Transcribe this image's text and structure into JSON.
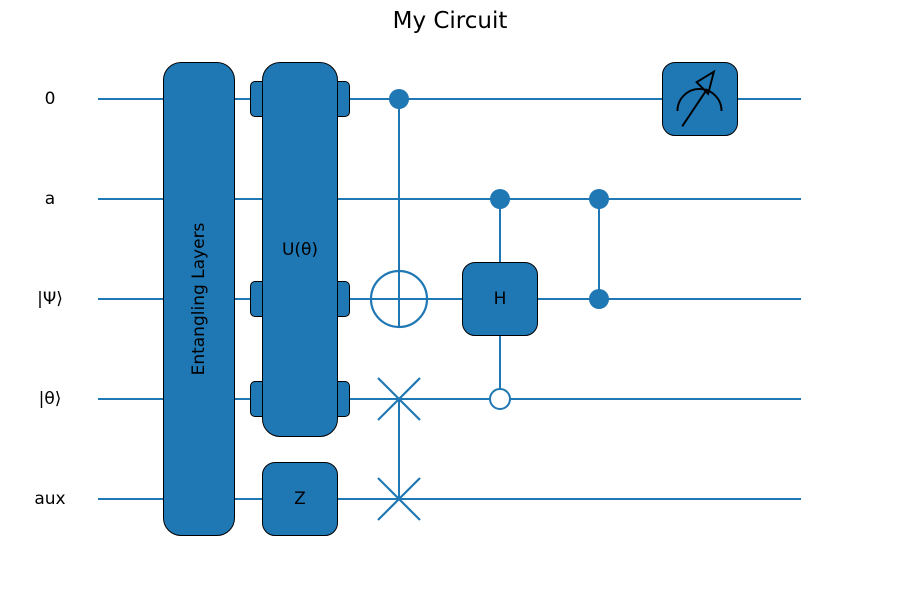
{
  "title": "My Circuit",
  "colors": {
    "accent": "#1f77b4",
    "box_edge": "#000000",
    "label_text": "#000000",
    "background": "#ffffff",
    "open_control_fill": "#ffffff"
  },
  "chart_data": {
    "type": "quantum-circuit-diagram",
    "title": "My Circuit",
    "wires": [
      "0",
      "a",
      "|Ψ⟩",
      "|θ⟩",
      "aux"
    ],
    "operations": [
      {
        "gate": "Entangling Layers",
        "wires": [
          "0",
          "a",
          "|Ψ⟩",
          "|θ⟩",
          "aux"
        ]
      },
      {
        "gate": "U(θ)",
        "wires": [
          "0",
          "|Ψ⟩",
          "|θ⟩"
        ],
        "spans": [
          "0",
          "a",
          "|Ψ⟩",
          "|θ⟩"
        ]
      },
      {
        "gate": "Z",
        "wires": [
          "aux"
        ]
      },
      {
        "gate": "CNOT",
        "control": [
          "0"
        ],
        "target": [
          "|Ψ⟩"
        ]
      },
      {
        "gate": "H",
        "target": [
          "|Ψ⟩"
        ],
        "control_filled": [
          "a"
        ],
        "control_open": [
          "|θ⟩"
        ]
      },
      {
        "gate": "CZ",
        "wires": [
          "a",
          "|Ψ⟩"
        ]
      },
      {
        "gate": "SWAP",
        "wires": [
          "|θ⟩",
          "aux"
        ]
      },
      {
        "gate": "measure",
        "wires": [
          "0"
        ]
      }
    ]
  },
  "wires": [
    {
      "label": "0"
    },
    {
      "label": "a"
    },
    {
      "label": "|Ψ⟩"
    },
    {
      "label": "|θ⟩"
    },
    {
      "label": "aux"
    }
  ],
  "gates": {
    "entangling": {
      "label": "Entangling Layers"
    },
    "unitary": {
      "label": "U(θ)"
    },
    "z": {
      "label": "Z"
    },
    "h": {
      "label": "H"
    }
  },
  "icons": {
    "control_dot": "filled-control-dot",
    "open_control": "open-control-circle",
    "cnot_target": "circle-plus-target",
    "swap": "x-cross",
    "measurement": "gauge-with-arrow"
  }
}
